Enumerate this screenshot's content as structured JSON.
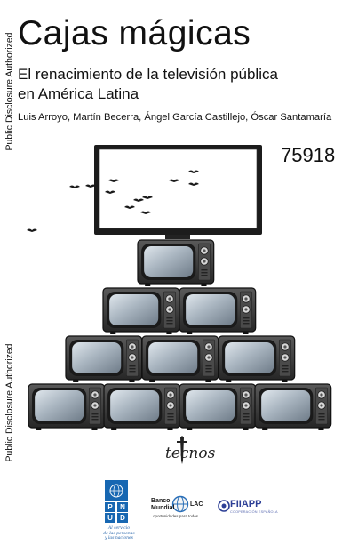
{
  "side_notes": {
    "top": "Public Disclosure Authorized",
    "bottom": "Public Disclosure Authorized"
  },
  "cover": {
    "title": "Cajas mágicas",
    "subtitle_line1": "El renacimiento de la televisión pública",
    "subtitle_line2": "en América Latina",
    "authors": "Luis Arroyo,  Martín Becerra, Ángel García Castillejo, Óscar Santamaría",
    "report_number": "75918"
  },
  "logos": {
    "publisher": "tecnos",
    "undp": {
      "letters": [
        "P",
        "N",
        "U",
        "D"
      ],
      "tagline_lines": [
        "Al servicio",
        "de las personas",
        "y las naciones"
      ]
    },
    "world_bank": {
      "name_line1": "Banco",
      "name_line2": "Mundial",
      "region": "LAC",
      "tagline": "oportunidades para todos"
    },
    "fiiapp": {
      "name": "FIIAPP",
      "subtitle": "COOPERACIÓN ESPAÑOLA"
    }
  },
  "colors": {
    "undp_blue": "#1767b2",
    "fiiapp_blue": "#2d3f96",
    "tv_body": "#3a3a3a",
    "tv_screen": "#9aa6b2"
  }
}
